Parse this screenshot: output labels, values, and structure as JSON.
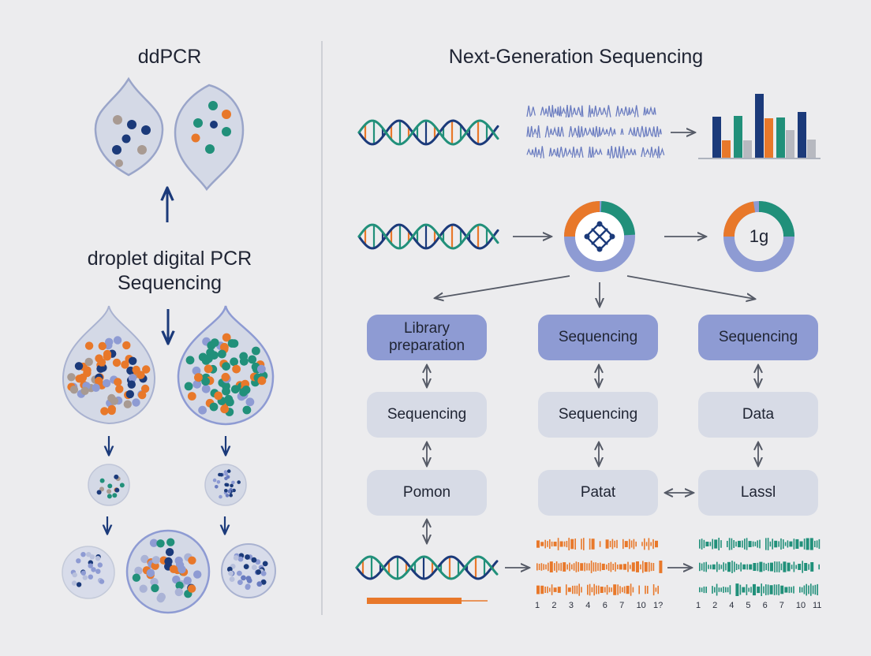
{
  "ddpcr": {
    "title": "ddPCR",
    "subtitle_line1": "droplet digital PCR",
    "subtitle_line2": "Sequencing"
  },
  "ngs": {
    "title": "Next-Generation Sequencing",
    "ring_label": "1g",
    "boxes": {
      "library_line1": "Library",
      "library_line2": "preparation",
      "sequencing_mid_top": "Sequencing",
      "sequencing_right_top": "Sequencing",
      "sequencing_left_mid": "Sequencing",
      "sequencing_mid_mid": "Sequencing",
      "data": "Data",
      "pomon": "Pomon",
      "patat": "Patat",
      "lassl": "Lassl"
    },
    "ticks_left": [
      "1",
      "2",
      "3",
      "4",
      "6",
      "7",
      "10",
      "1?"
    ],
    "ticks_right": [
      "1",
      "2",
      "4",
      "5",
      "6",
      "7",
      "10",
      "11"
    ]
  },
  "colors": {
    "navy": "#1b3a7a",
    "orange": "#e8782a",
    "teal": "#21907a",
    "periwinkle": "#8e9bd3",
    "gray": "#a9a9b3"
  }
}
